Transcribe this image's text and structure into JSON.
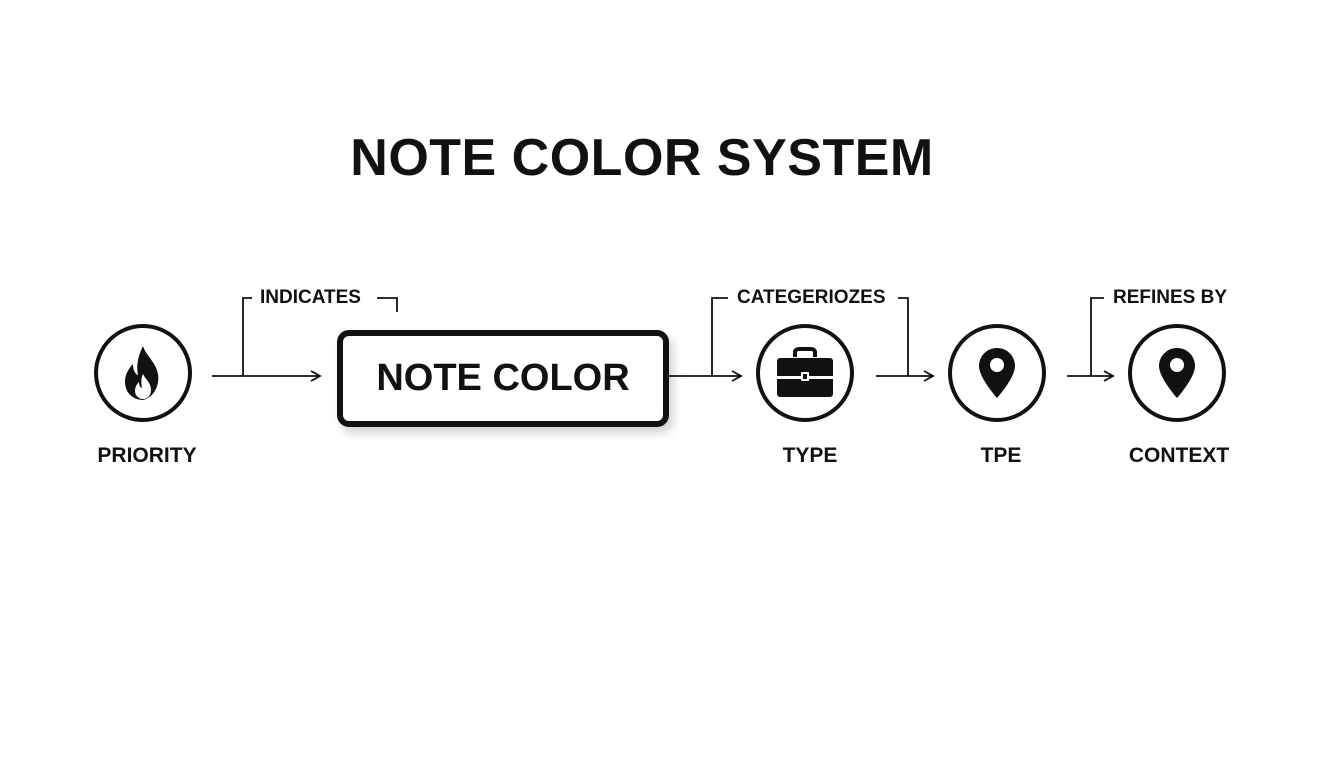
{
  "title": "NOTE COLOR SYSTEM",
  "central": {
    "label": "NOTE COLOR"
  },
  "nodes": {
    "priority": {
      "label": "PRIORITY",
      "icon": "fire-icon"
    },
    "type": {
      "label": "TYPE",
      "icon": "briefcase-icon"
    },
    "tpe": {
      "label": "TPE",
      "icon": "map-pin-icon"
    },
    "context": {
      "label": "CONTEXT",
      "icon": "map-pin-icon"
    }
  },
  "edges": {
    "indicates": "INDICATES",
    "categorizes": "CATEGERIOZES",
    "refines_by": "REFINES BY"
  },
  "colors": {
    "stroke": "#111111",
    "background": "#ffffff"
  }
}
